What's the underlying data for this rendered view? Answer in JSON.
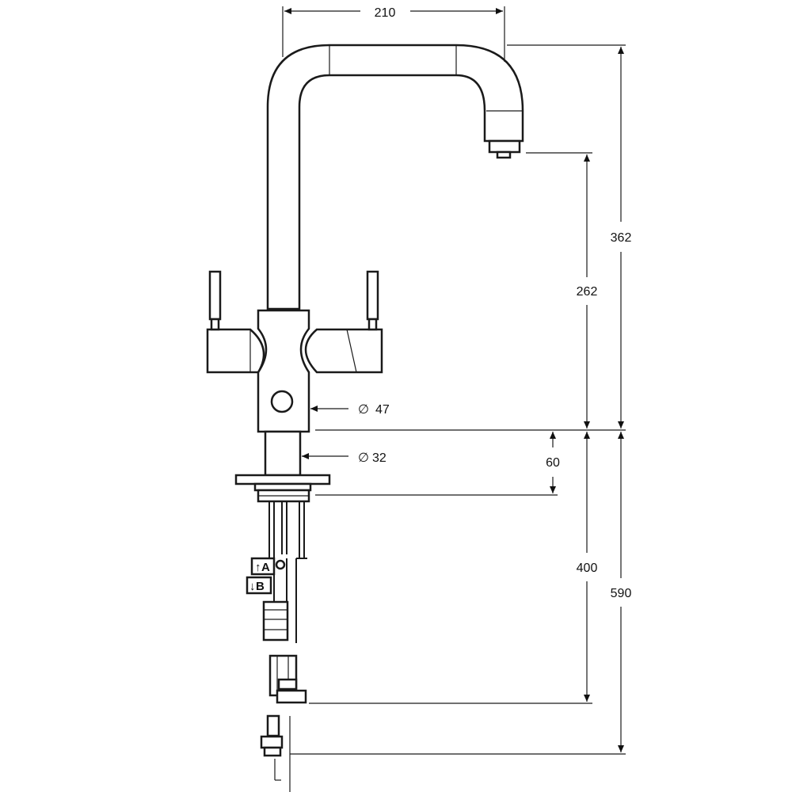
{
  "dimensions": {
    "spout_reach": "210",
    "total_height": "362",
    "spout_height": "262",
    "body_diameter": "47",
    "stem_diameter": "32",
    "deck_thickness": "60",
    "hose_length": "400",
    "total_below_deck": "590"
  },
  "diameter_symbol": "∅",
  "labels": {
    "inlet_a": "A",
    "inlet_b": "B"
  }
}
